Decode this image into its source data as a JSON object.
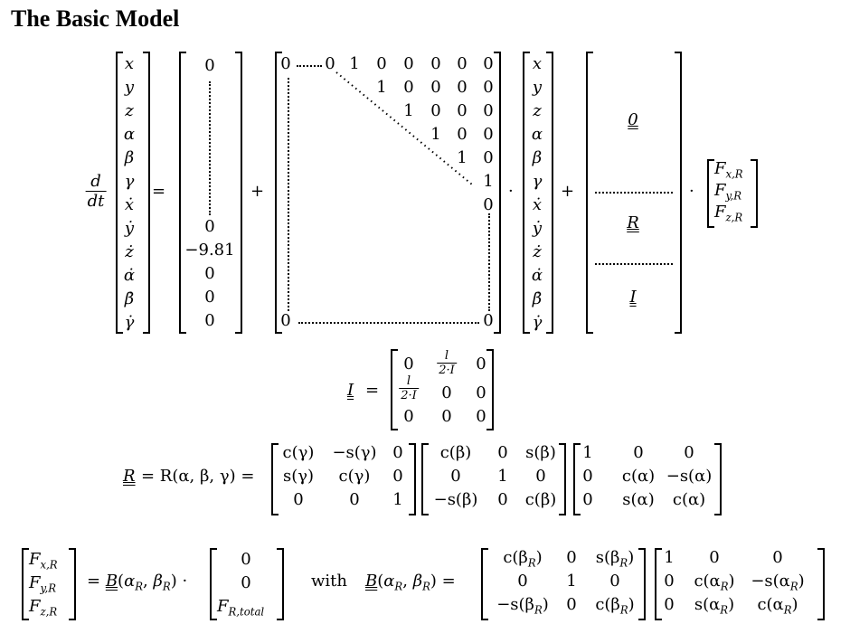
{
  "title": "The Basic Model",
  "eq1": {
    "lhs_num": "d",
    "lhs_den": "dt",
    "state": [
      "x",
      "y",
      "z",
      "α",
      "β",
      "γ",
      "ẋ",
      "ẏ",
      "ż",
      "α̇",
      "β̇",
      "γ̇"
    ],
    "const_vec": [
      "0",
      "0",
      "−9.81",
      "0",
      "0",
      "0"
    ],
    "A_row0": [
      "0",
      "0",
      "1",
      "0",
      "0",
      "0",
      "0",
      "0"
    ],
    "A_diag_rows": [
      [
        "1",
        "0",
        "0",
        "0",
        "0"
      ],
      [
        "1",
        "0",
        "0",
        "0"
      ],
      [
        "1",
        "0",
        "0"
      ],
      [
        "1",
        "0"
      ],
      [
        "1"
      ],
      [
        "0"
      ]
    ],
    "A_bottom": [
      "0",
      "0"
    ],
    "B_blocks": [
      "0",
      "R",
      "I"
    ],
    "force_vec": [
      "F",
      "x,R",
      "F",
      "y,R",
      "F",
      "z,R"
    ],
    "ops": [
      "=",
      "+",
      "·",
      "+",
      "·"
    ]
  },
  "eq2": {
    "lhs": "I",
    "eq": "=",
    "frac_num": "l",
    "frac_den": "2·I",
    "cells": [
      "0",
      "0",
      "0",
      "0",
      "0",
      "0",
      "0"
    ]
  },
  "eq3": {
    "lhs": "R",
    "mid": "= R(α, β, γ) =",
    "Rz": [
      "c(γ)",
      "−s(γ)",
      "0",
      "s(γ)",
      "c(γ)",
      "0",
      "0",
      "0",
      "1"
    ],
    "Ry": [
      "c(β)",
      "0",
      "s(β)",
      "0",
      "1",
      "0",
      "−s(β)",
      "0",
      "c(β)"
    ],
    "Rx": [
      "1",
      "0",
      "0",
      "0",
      "c(α)",
      "−s(α)",
      "0",
      "s(α)",
      "c(α)"
    ]
  },
  "eq4": {
    "lhs": [
      "F",
      "x,R",
      "F",
      "y,R",
      "F",
      "z,R"
    ],
    "mid": "= B(α",
    "vec": [
      "0",
      "0",
      "F",
      "R,total"
    ],
    "with": "with",
    "Bdef": "B(α",
    "By": [
      "c(β",
      "0",
      "s(β",
      "0",
      "1",
      "0",
      "−s(β",
      "0",
      "c(β"
    ],
    "Bx": [
      "1",
      "0",
      "0",
      "0",
      "c(α",
      "−s(α",
      "0",
      "s(α",
      "c(α"
    ]
  }
}
